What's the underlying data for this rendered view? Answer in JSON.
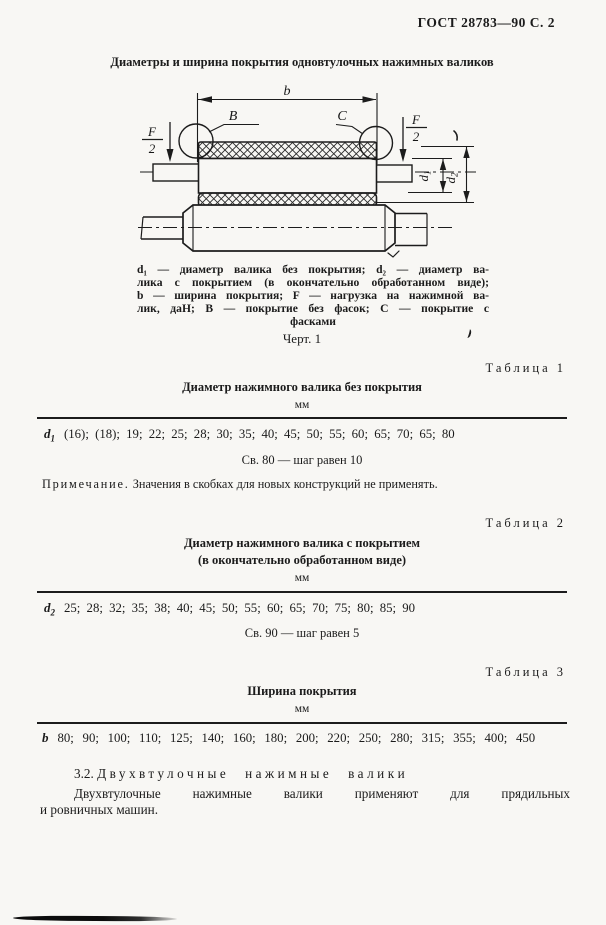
{
  "colors": {
    "ink": "#1b1b1b",
    "paper": "#f8f7f4"
  },
  "page": {
    "header": "ГОСТ 28783—90 С. 2",
    "title": "Диаметры и ширина покрытия одновтулочных нажимных валиков"
  },
  "figure": {
    "labels": {
      "b": "b",
      "B": "B",
      "C": "C",
      "F": "F",
      "two": "2",
      "d": "d",
      "sub1": "1",
      "sub2": "2"
    },
    "caption_lines": [
      "d₁ — диаметр валика без покрытия; d₂ — диаметр ва-",
      "лика с покрытием (в окончательно обработанном виде);",
      "b — ширина покрытия; F — нагрузка на нажимной ва-",
      "лик, даН; B — покрытие без фасок; C — покрытие с",
      "фасками"
    ],
    "figure_number": "Черт. 1"
  },
  "table1": {
    "caption": "Таблица 1",
    "title": "Диаметр нажимного валика без покрытия",
    "unit": "мм",
    "row_label": "d",
    "row_label_sub": "1",
    "values": [
      "(16)",
      "(18)",
      "19",
      "22",
      "25",
      "28",
      "30",
      "35",
      "40",
      "45",
      "50",
      "55",
      "60",
      "65",
      "70",
      "65",
      "80"
    ],
    "step_note": "Св. 80 — шаг равен 10",
    "note_label": "Примечание.",
    "note_text": " Значения в скобках для новых конструкций не применять."
  },
  "table2": {
    "caption": "Таблица 2",
    "title_line1": "Диаметр нажимного валика с покрытием",
    "title_line2": "(в окончательно обработанном виде)",
    "unit": "мм",
    "row_label": "d",
    "row_label_sub": "2",
    "values": [
      "25",
      "28",
      "32",
      "35",
      "38",
      "40",
      "45",
      "50",
      "55",
      "60",
      "65",
      "70",
      "75",
      "80",
      "85",
      "90"
    ],
    "step_note": "Св. 90 — шаг равен 5"
  },
  "table3": {
    "caption": "Таблица 3",
    "title": "Ширина покрытия",
    "unit": "мм",
    "row_label": "b",
    "values": [
      "80",
      "90",
      "100",
      "110",
      "125",
      "140",
      "160",
      "180",
      "200",
      "220",
      "250",
      "280",
      "315",
      "355",
      "400",
      "450"
    ]
  },
  "section": {
    "number": "3.2.",
    "heading": "Двухвтулочные нажимные валики",
    "paragraph_lines": [
      "Двухвтулочные нажимные валики применяют для прядильных",
      "и ровничных машин."
    ]
  }
}
